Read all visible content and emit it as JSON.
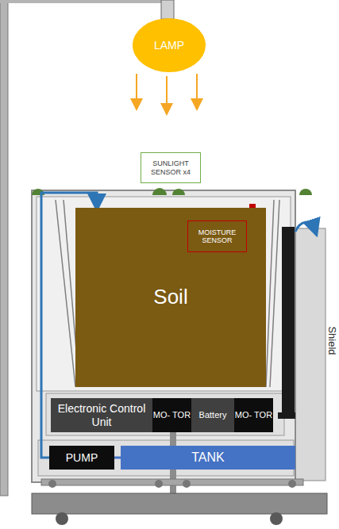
{
  "diagram": {
    "nodes": [
      {
        "text": [
          "LAMP"
        ]
      },
      {
        "text": [
          "SUNLIGHT SENSOR x4"
        ]
      },
      {
        "text": [
          "Soil"
        ]
      },
      {
        "text": [
          "MOISTURE SENSOR"
        ],
        "in": 2
      },
      {
        "text": [
          "Electronic Control Unit"
        ]
      },
      {
        "text": [
          "MO- TOR"
        ]
      },
      {
        "text": [
          "Battery"
        ]
      },
      {
        "text": [
          "MO- TOR"
        ]
      },
      {
        "text": [
          "PUMP"
        ]
      },
      {
        "text": [
          "TANK"
        ]
      }
    ],
    "edges": [
      {
        "from": 9,
        "to": 8,
        "arrow": "none"
      },
      {
        "from": 8,
        "to": 2,
        "arrow": "to"
      }
    ],
    "labels": [
      "Shield"
    ]
  }
}
